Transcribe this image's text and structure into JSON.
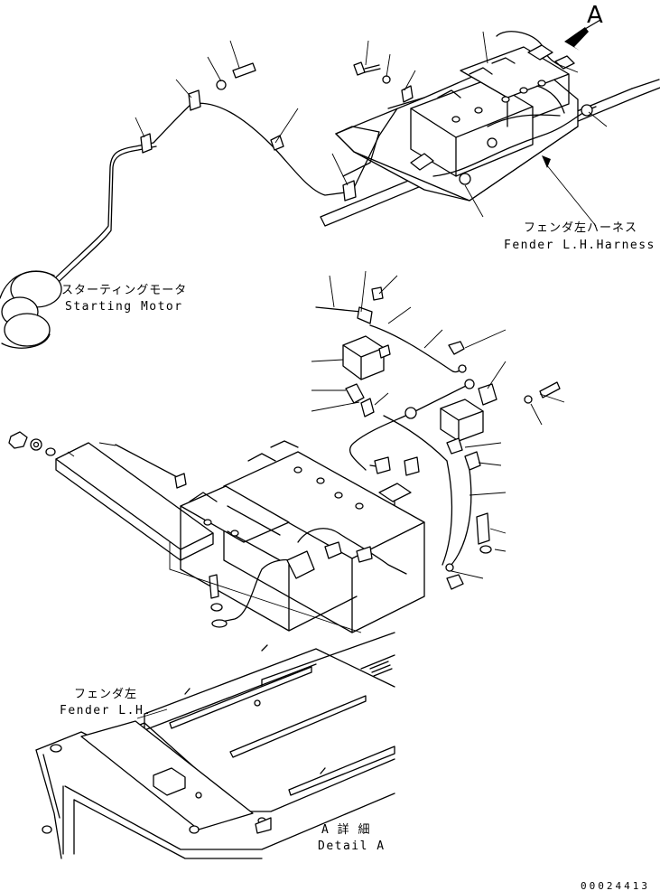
{
  "view_marker": "A",
  "labels": {
    "fender_harness_jp": "フェンダ左ハーネス",
    "fender_harness_en": "Fender L.H.Harness",
    "starting_motor_jp": "スターティングモータ",
    "starting_motor_en": "Starting Motor",
    "fender_lh_jp": "フェンダ左",
    "fender_lh_en": "Fender L.H.",
    "detail_a_jp": "A 詳 細",
    "detail_a_en": "Detail A"
  },
  "drawing_number": "00024413",
  "colors": {
    "ink": "#000000",
    "paper": "#ffffff"
  }
}
